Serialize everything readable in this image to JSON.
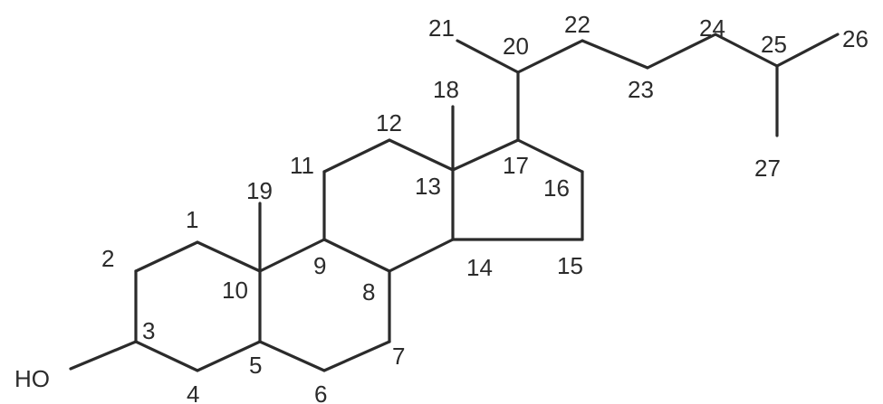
{
  "molecule": {
    "substituents": {
      "hydroxyl": "HO"
    },
    "carbon_numbers": [
      "1",
      "2",
      "3",
      "4",
      "5",
      "6",
      "7",
      "8",
      "9",
      "10",
      "11",
      "12",
      "13",
      "14",
      "15",
      "16",
      "17",
      "18",
      "19",
      "20",
      "21",
      "22",
      "23",
      "24",
      "25",
      "26",
      "27"
    ]
  }
}
